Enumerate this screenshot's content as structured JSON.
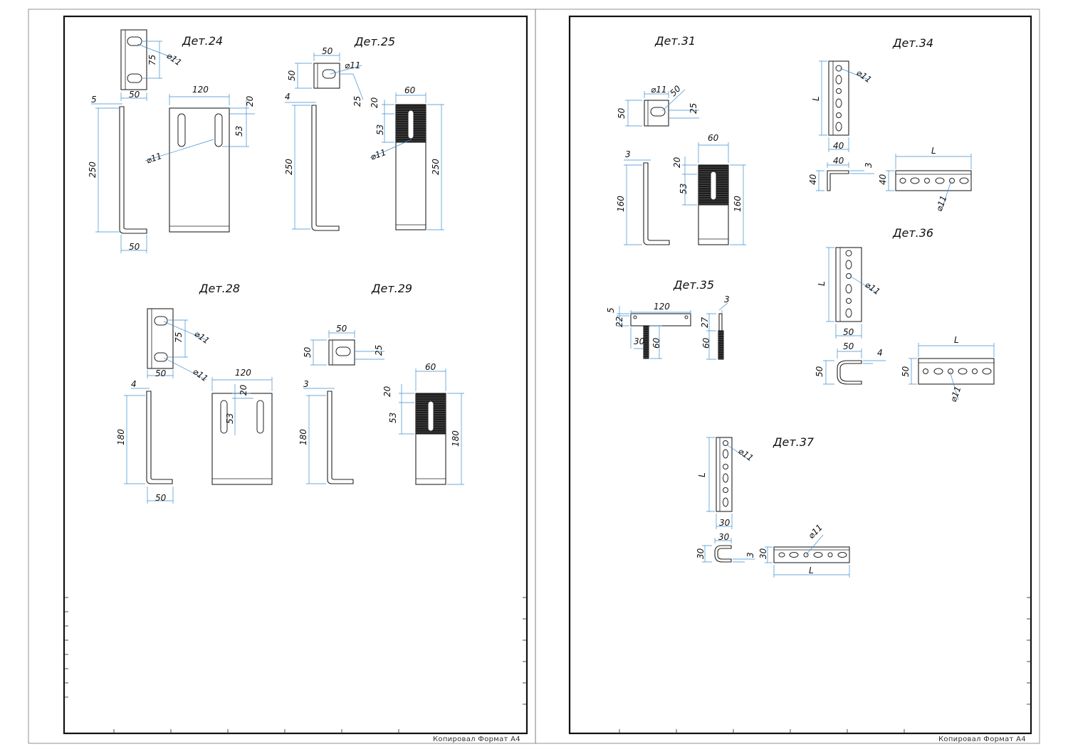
{
  "sheets": [
    {
      "stamp": "Копировал Формат А4"
    },
    {
      "stamp": "Копировал Формат А4"
    }
  ],
  "parts": {
    "det24": {
      "title": "Дет.24",
      "dims": [
        "50",
        "75",
        "⌀11",
        "5",
        "250",
        "50",
        "120",
        "20",
        "53",
        "⌀11"
      ]
    },
    "det25": {
      "title": "Дет.25",
      "dims": [
        "50",
        "50",
        "⌀11",
        "25",
        "4",
        "250",
        "60",
        "20",
        "53",
        "⌀11",
        "250"
      ]
    },
    "det28": {
      "title": "Дет.28",
      "dims": [
        "75",
        "⌀11",
        "50",
        "⌀11",
        "4",
        "180",
        "50",
        "120",
        "20",
        "53"
      ]
    },
    "det29": {
      "title": "Дет.29",
      "dims": [
        "50",
        "50",
        "25",
        "3",
        "180",
        "60",
        "20",
        "53",
        "180"
      ]
    },
    "det31": {
      "title": "Дет.31",
      "dims": [
        "50",
        "⌀11",
        "50",
        "25",
        "3",
        "160",
        "60",
        "20",
        "53",
        "160"
      ]
    },
    "det34": {
      "title": "Дет.34",
      "dims": [
        "L",
        "⌀11",
        "40",
        "40",
        "40",
        "3",
        "L",
        "40",
        "⌀11"
      ]
    },
    "det35": {
      "title": "Дет.35",
      "dims": [
        "120",
        "5",
        "22",
        "30",
        "60",
        "3",
        "27",
        "60"
      ]
    },
    "det36": {
      "title": "Дет.36",
      "dims": [
        "L",
        "⌀11",
        "50",
        "50",
        "50",
        "4",
        "L",
        "50",
        "⌀11"
      ]
    },
    "det37": {
      "title": "Дет.37",
      "dims": [
        "L",
        "⌀11",
        "30",
        "30",
        "30",
        "3",
        "30",
        "⌀11",
        "L"
      ]
    }
  }
}
